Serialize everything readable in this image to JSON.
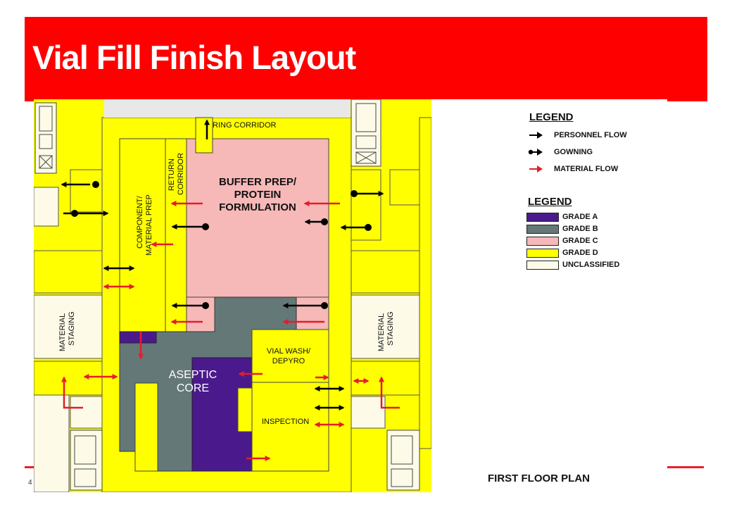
{
  "slide": {
    "title": "Vial Fill Finish Layout",
    "page_number": "4"
  },
  "colors": {
    "title_bar": "#ff0000",
    "grade_a": "#4a1a8c",
    "grade_b": "#657878",
    "grade_c": "#f7b8b8",
    "grade_d": "#ffff00",
    "unclassified": "#fdfbe8",
    "material_arrow": "#e51c2b",
    "personnel_arrow": "#000000"
  },
  "legend_flow": {
    "heading": "LEGEND",
    "items": [
      {
        "icon": "personnel-flow-arrow-icon",
        "label": "PERSONNEL FLOW"
      },
      {
        "icon": "gowning-arrow-icon",
        "label": "GOWNING"
      },
      {
        "icon": "material-flow-arrow-icon",
        "label": "MATERIAL FLOW"
      }
    ]
  },
  "legend_grade": {
    "heading": "LEGEND",
    "items": [
      {
        "label": "GRADE A",
        "color": "#4a1a8c"
      },
      {
        "label": "GRADE B",
        "color": "#657878"
      },
      {
        "label": "GRADE C",
        "color": "#f7b8b8"
      },
      {
        "label": "GRADE D",
        "color": "#ffff00"
      },
      {
        "label": "UNCLASSIFIED",
        "color": "#fdfbe8"
      }
    ]
  },
  "plan": {
    "caption": "FIRST FLOOR PLAN",
    "rooms": {
      "ring_corridor": "RING CORRIDOR",
      "return_corridor_1": "RETURN",
      "return_corridor_2": "CORRIDOR",
      "component_prep_1": "COMPONENT/",
      "component_prep_2": "MATERIAL PREP",
      "buffer_prep_1": "BUFFER PREP/",
      "buffer_prep_2": "PROTEIN",
      "buffer_prep_3": "FORMULATION",
      "staging_left_1": "MATERIAL",
      "staging_left_2": "STAGING",
      "staging_right_1": "MATERIAL",
      "staging_right_2": "STAGING",
      "vial_wash_1": "VIAL WASH/",
      "vial_wash_2": "DEPYRO",
      "aseptic_core_1": "ASEPTIC",
      "aseptic_core_2": "CORE",
      "inspection": "INSPECTION"
    }
  }
}
